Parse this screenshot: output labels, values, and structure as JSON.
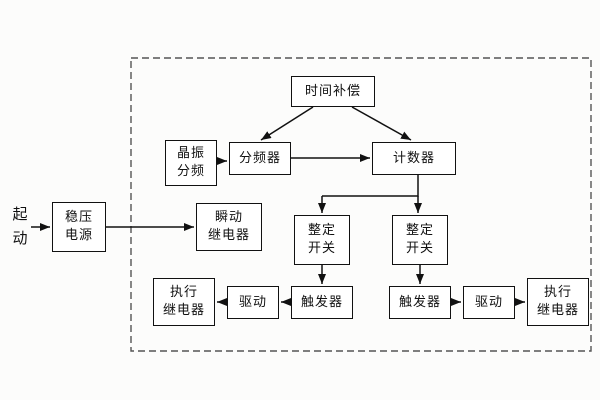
{
  "start": {
    "line1": "起",
    "line2": "动"
  },
  "nodes": {
    "power": {
      "line1": "稳压",
      "line2": "电源"
    },
    "time_compensation": {
      "label": "时间补偿"
    },
    "crystal_divider": {
      "line1": "晶振",
      "line2": "分频"
    },
    "frequency_divider": {
      "label": "分频器"
    },
    "counter": {
      "label": "计数器"
    },
    "instant_relay": {
      "line1": "瞬动",
      "line2": "继电器"
    },
    "setting_switch_left": {
      "line1": "整定",
      "line2": "开关"
    },
    "setting_switch_right": {
      "line1": "整定",
      "line2": "开关"
    },
    "trigger_left": {
      "label": "触发器"
    },
    "trigger_right": {
      "label": "触发器"
    },
    "drive_left": {
      "label": "驱动"
    },
    "drive_right": {
      "label": "驱动"
    },
    "exec_relay_left": {
      "line1": "执行",
      "line2": "继电器"
    },
    "exec_relay_right": {
      "line1": "执行",
      "line2": "继电器"
    }
  },
  "edges": [
    "起动 → 稳压电源",
    "稳压电源 → 瞬动继电器",
    "时间补偿 → 分频器",
    "时间补偿 → 计数器",
    "晶振分频 → 分频器",
    "分频器 → 计数器",
    "计数器 → 整定开关(左)",
    "计数器 → 整定开关(右)",
    "整定开关(左) → 触发器(左)",
    "整定开关(右) → 触发器(右)",
    "触发器(左) → 驱动(左)",
    "驱动(左) → 执行继电器(左)",
    "触发器(右) → 驱动(右)",
    "驱动(右) → 执行继电器(右)"
  ]
}
